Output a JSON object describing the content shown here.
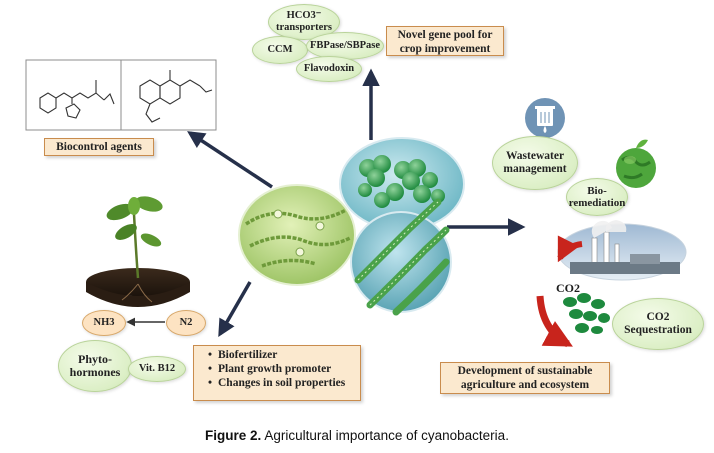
{
  "gene_pool": {
    "box_label": "Novel gene pool for crop improvement",
    "ovals": {
      "hco3": "HCO3⁻ transporters",
      "ccm": "CCM",
      "fbpase": "FBPase/SBPase",
      "flavodoxin": "Flavodoxin"
    }
  },
  "biocontrol": {
    "box_label": "Biocontrol agents"
  },
  "biofertilizer": {
    "items": [
      "Biofertilizer",
      "Plant growth promoter",
      "Changes in soil properties"
    ],
    "nh3": "NH3",
    "n2": "N2",
    "phytohormones": "Phyto-hormones",
    "vitb12": "Vit. B12"
  },
  "sustainable": {
    "wastewater": "Wastewater management",
    "bioremediation": "Bio-remediation",
    "co2": "CO2",
    "co2_sequestration": "CO2 Sequestration",
    "box_label": "Development of sustainable agriculture and ecosystem"
  },
  "caption": {
    "prefix": "Figure 2.",
    "text": " Agricultural importance of cyanobacteria."
  },
  "colors": {
    "arrow": "#26304a",
    "box_fill": "#fbe9cf",
    "box_border": "#c98c4d",
    "oval_fill": "#dcefc6",
    "cells": "#1e8a3e",
    "red_arrow": "#c8241c"
  }
}
